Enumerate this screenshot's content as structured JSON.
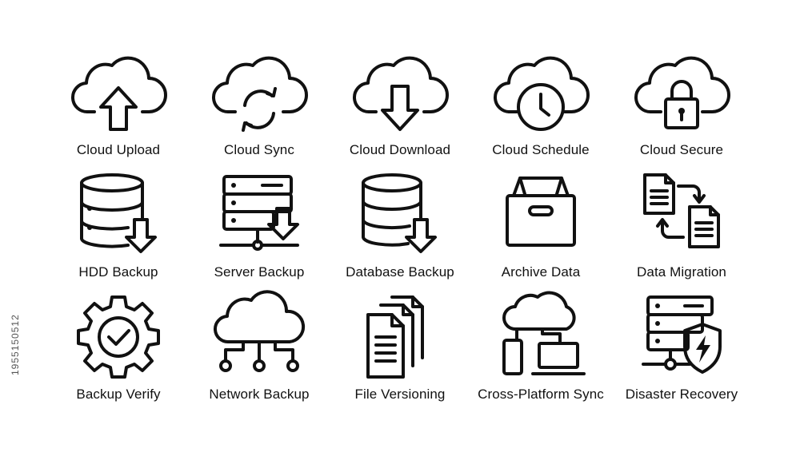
{
  "icons": [
    {
      "label": "Cloud Upload",
      "icon": "cloud-upload-icon"
    },
    {
      "label": "Cloud Sync",
      "icon": "cloud-sync-icon"
    },
    {
      "label": "Cloud Download",
      "icon": "cloud-download-icon"
    },
    {
      "label": "Cloud Schedule",
      "icon": "cloud-schedule-icon"
    },
    {
      "label": "Cloud Secure",
      "icon": "cloud-secure-icon"
    },
    {
      "label": "HDD Backup",
      "icon": "hdd-backup-icon"
    },
    {
      "label": "Server Backup",
      "icon": "server-backup-icon"
    },
    {
      "label": "Database Backup",
      "icon": "database-backup-icon"
    },
    {
      "label": "Archive Data",
      "icon": "archive-data-icon"
    },
    {
      "label": "Data Migration",
      "icon": "data-migration-icon"
    },
    {
      "label": "Backup Verify",
      "icon": "backup-verify-icon"
    },
    {
      "label": "Network Backup",
      "icon": "network-backup-icon"
    },
    {
      "label": "File Versioning",
      "icon": "file-versioning-icon"
    },
    {
      "label": "Cross-Platform Sync",
      "icon": "cross-platform-sync-icon"
    },
    {
      "label": "Disaster Recovery",
      "icon": "disaster-recovery-icon"
    }
  ],
  "stock_id": "1955150512",
  "colors": {
    "stroke": "#111111",
    "background": "#ffffff"
  }
}
